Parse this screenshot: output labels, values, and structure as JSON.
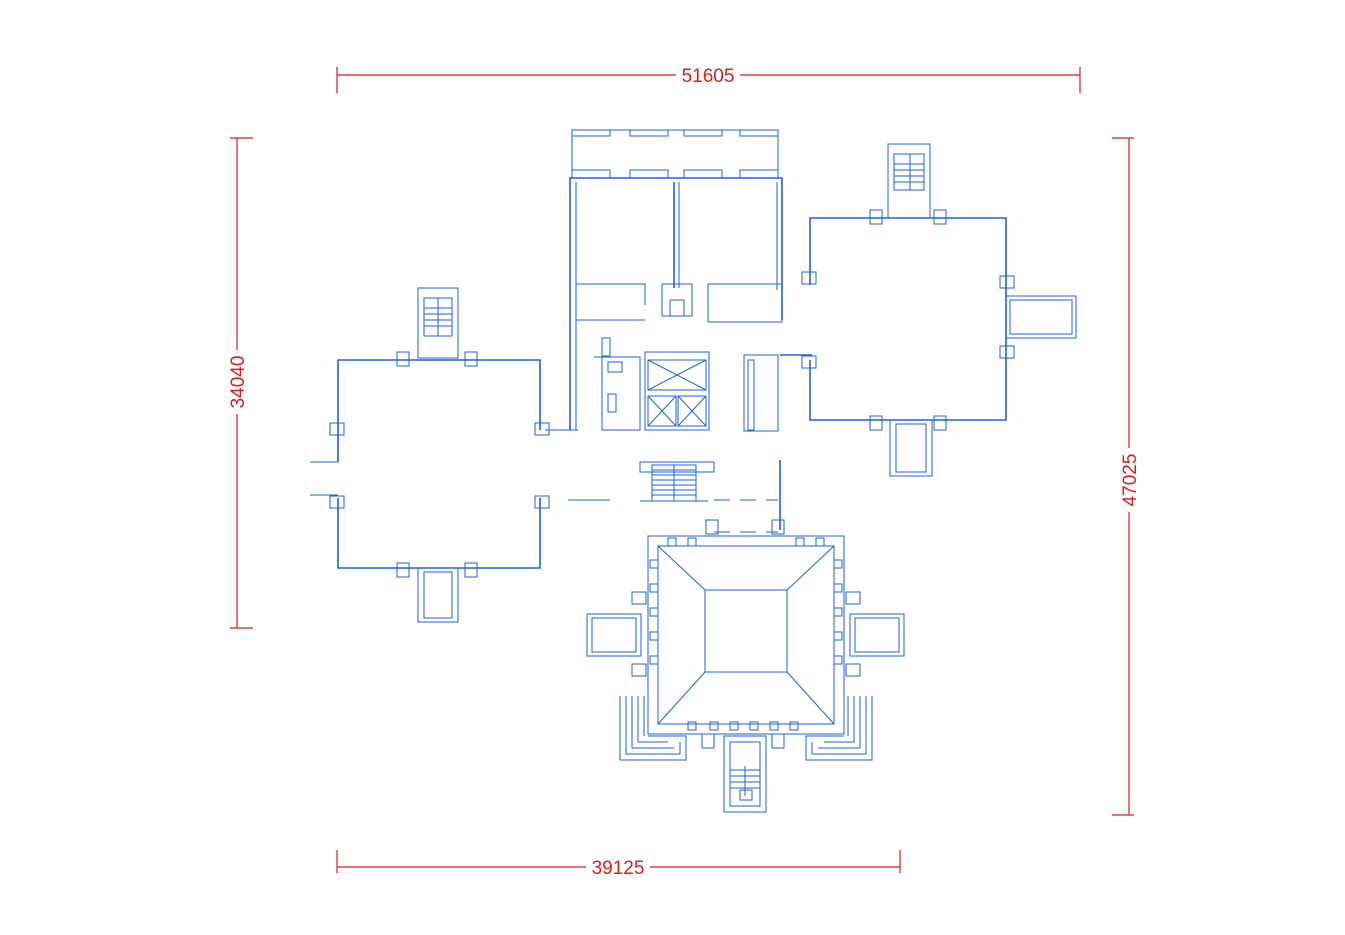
{
  "colors": {
    "plan": "#1f63d6",
    "dimension": "#d81e1e",
    "background": "#ffffff"
  },
  "dimensions": {
    "top_width": "51605",
    "bottom_width": "39125",
    "left_height": "34040",
    "right_height": "47025"
  }
}
